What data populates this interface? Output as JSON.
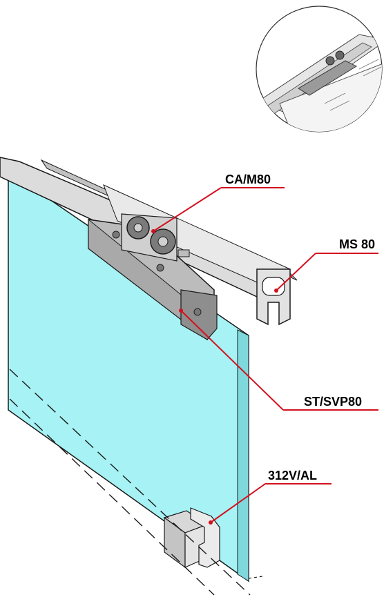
{
  "labels": {
    "carriage": "CA/M80",
    "track": "MS 80",
    "clamp": "ST/SVP80",
    "floor_guide": "312V/AL"
  },
  "colors": {
    "glass": "#a6f2f4",
    "leader_line": "#d4101e",
    "metal": "#c9c9c9",
    "outline": "#1a1a1a"
  }
}
